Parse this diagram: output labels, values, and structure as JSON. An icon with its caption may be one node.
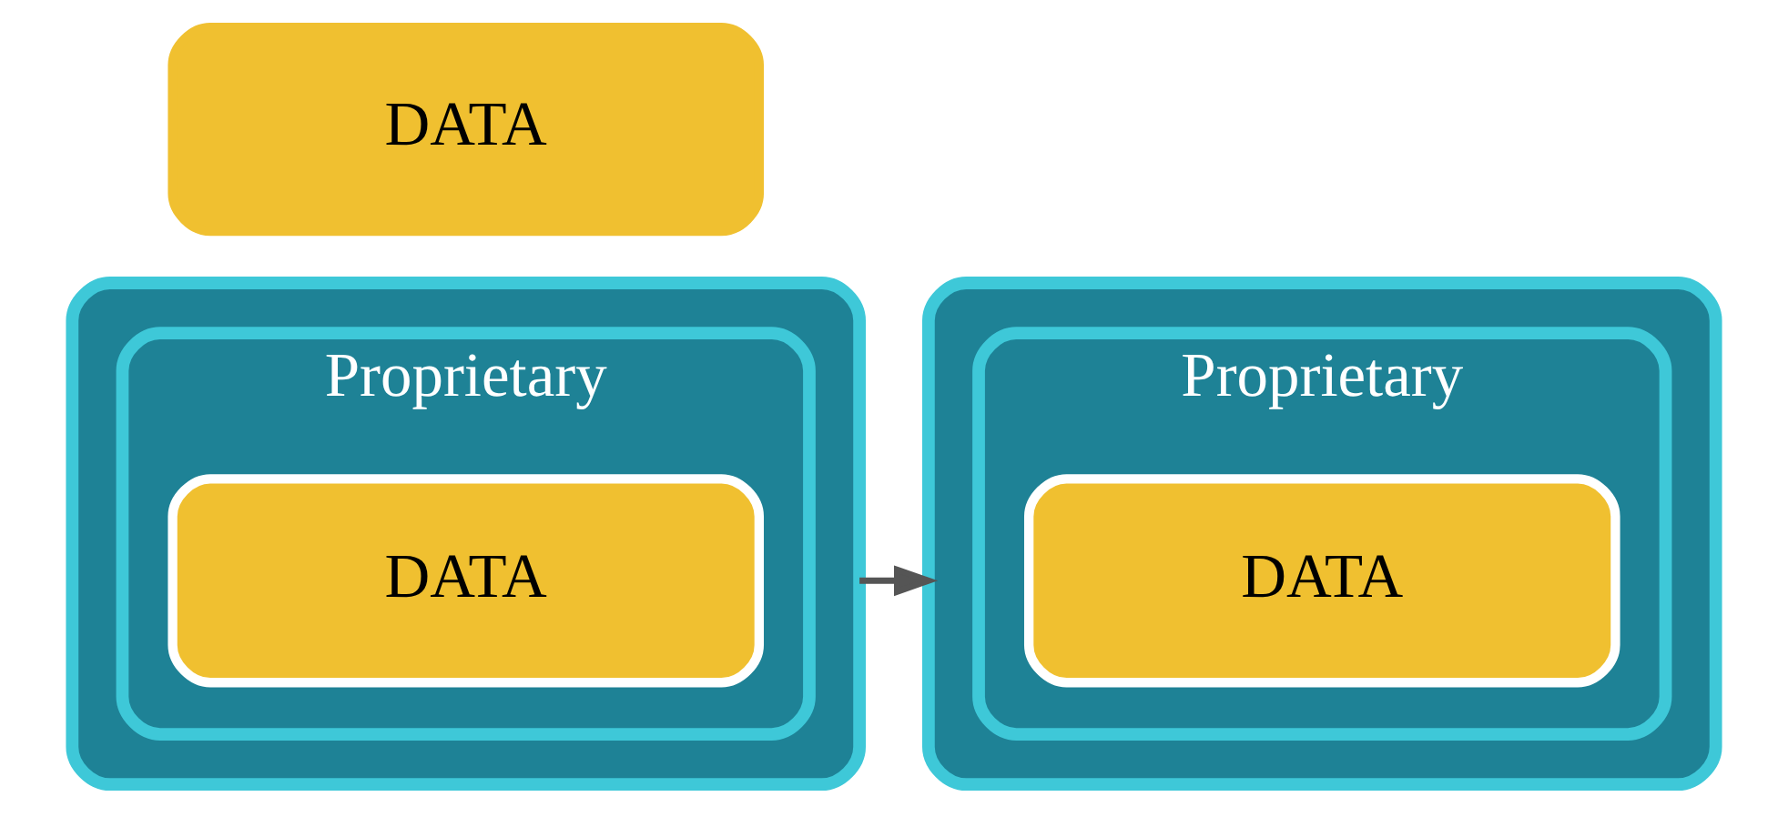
{
  "diagram": {
    "nodes": [
      {
        "text": [],
        "shape": "box"
      },
      {
        "text": [
          "Proprietary"
        ],
        "in": 0
      },
      {
        "text": [
          "DATA"
        ],
        "in": 1
      },
      {
        "text": [],
        "shape": "box"
      },
      {
        "text": [
          "Proprietary"
        ],
        "in": 3
      },
      {
        "text": [
          "DATA"
        ],
        "in": 4
      },
      {
        "text": [
          "DATA"
        ]
      }
    ],
    "edges": [
      {
        "from": 0,
        "to": 3,
        "arrow": "to"
      }
    ]
  }
}
